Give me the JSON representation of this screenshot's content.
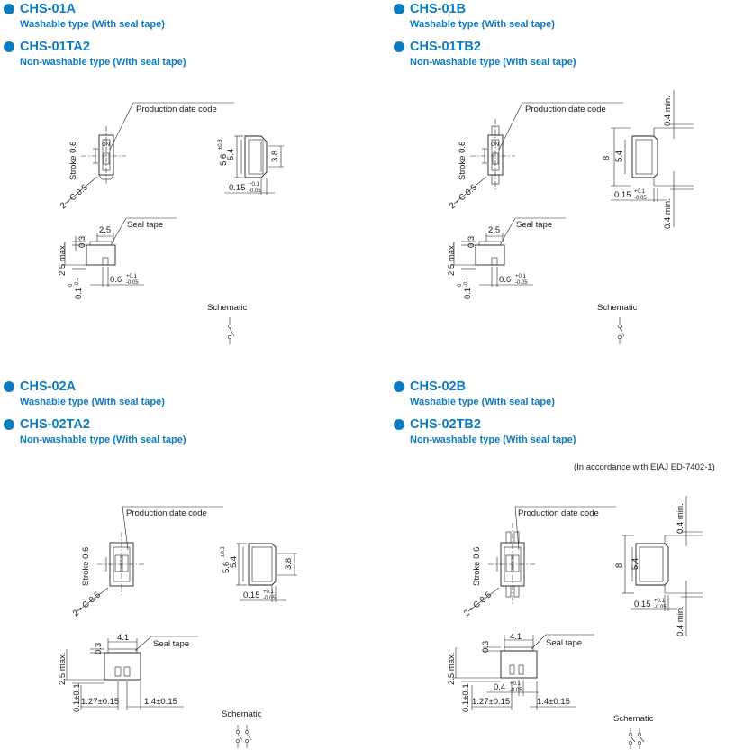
{
  "sections": [
    {
      "models": [
        {
          "code": "CHS-01A",
          "description": "Washable type (With seal tape)"
        },
        {
          "code": "CHS-01TA2",
          "description": "Non-washable type (With seal tape)"
        }
      ],
      "labels": {
        "production_date_code": "Production date code",
        "seal_tape": "Seal tape",
        "schematic": "Schematic",
        "stroke": "Stroke 0.6",
        "chamfer": "2 - C 0.5",
        "switch_marking": "ON",
        "dim_5_6": "5.6",
        "dim_5_6_tol": "±0.3",
        "dim_5_4": "5.4",
        "dim_3_8": "3.8",
        "dim_0_15": "0.15",
        "dim_0_15_tol_up": "+0.1",
        "dim_0_15_tol_down": "-0.05",
        "dim_2_5": "2.5",
        "dim_0_3": "0.3",
        "dim_2_5_max": "2.5 max.",
        "dim_0_1": "0.1",
        "dim_0_1_tol_up": "0",
        "dim_0_1_tol_down": "-0.1",
        "dim_0_6": "0.6",
        "dim_0_6_tol_up": "+0.1",
        "dim_0_6_tol_down": "-0.05"
      }
    },
    {
      "models": [
        {
          "code": "CHS-01B",
          "description": "Washable type (With seal tape)"
        },
        {
          "code": "CHS-01TB2",
          "description": "Non-washable type (With seal tape)"
        }
      ],
      "labels": {
        "production_date_code": "Production date code",
        "seal_tape": "Seal tape",
        "schematic": "Schematic",
        "stroke": "Stroke 0.6",
        "chamfer": "2 - C 0.5",
        "switch_marking": "ON",
        "dim_8": "8",
        "dim_5_4": "5.4",
        "dim_0_4_min_top": "0.4 min.",
        "dim_0_4_min_bottom": "0.4 min.",
        "dim_0_15": "0.15",
        "dim_0_15_tol_up": "+0.1",
        "dim_0_15_tol_down": "-0.05",
        "dim_2_5": "2.5",
        "dim_0_3": "0.3",
        "dim_2_5_max": "2.5 max.",
        "dim_0_1": "0.1",
        "dim_0_1_tol_up": "0",
        "dim_0_1_tol_down": "-0.1",
        "dim_0_6": "0.6",
        "dim_0_6_tol_up": "+0.1",
        "dim_0_6_tol_down": "-0.05"
      }
    },
    {
      "models": [
        {
          "code": "CHS-02A",
          "description": "Washable type (With seal tape)"
        },
        {
          "code": "CHS-02TA2",
          "description": "Non-washable type (With seal tape)"
        }
      ],
      "labels": {
        "production_date_code": "Production date code",
        "seal_tape": "Seal tape",
        "schematic": "Schematic",
        "stroke": "Stroke 0.6",
        "chamfer": "2 - C 0.5",
        "dim_5_6": "5.6",
        "dim_5_6_tol": "±0.3",
        "dim_5_4": "5.4",
        "dim_3_8": "3.8",
        "dim_0_15": "0.15",
        "dim_0_15_tol_up": "+0.1",
        "dim_0_15_tol_down": "-0.05",
        "dim_4_1": "4.1",
        "dim_0_3": "0.3",
        "dim_2_5_max": "2.5 max.",
        "dim_0_1": "0.1±0.1",
        "dim_1_27": "1.27±0.15",
        "dim_1_4": "1.4±0.15"
      }
    },
    {
      "models": [
        {
          "code": "CHS-02B",
          "description": "Washable type (With seal tape)"
        },
        {
          "code": "CHS-02TB2",
          "description": "Non-washable type (With seal tape)"
        }
      ],
      "labels": {
        "production_date_code": "Production date code",
        "seal_tape": "Seal tape",
        "schematic": "Schematic",
        "stroke": "Stroke 0.6",
        "chamfer": "2 - C 0.5",
        "dim_8": "8",
        "dim_5_4": "5.4",
        "dim_0_4_min_top": "0.4 min.",
        "dim_0_4_min_bottom": "0.4 min.",
        "dim_0_15": "0.15",
        "dim_0_15_tol_up": "+0.1",
        "dim_0_15_tol_down": "-0.05",
        "dim_4_1": "4.1",
        "dim_0_3": "0.3",
        "dim_2_5_max": "2.5 max.",
        "dim_0_1": "0.1±0.1",
        "dim_1_27": "1.27±0.15",
        "dim_0_4": "0.4",
        "dim_0_4_tol_up": "+0.1",
        "dim_0_4_tol_down": "-0.05",
        "dim_1_4": "1.4±0.15"
      }
    }
  ],
  "note": "(In accordance with EIAJ ED-7402-1)",
  "colors": {
    "accent": "#0b7cc0",
    "line": "#222222"
  }
}
